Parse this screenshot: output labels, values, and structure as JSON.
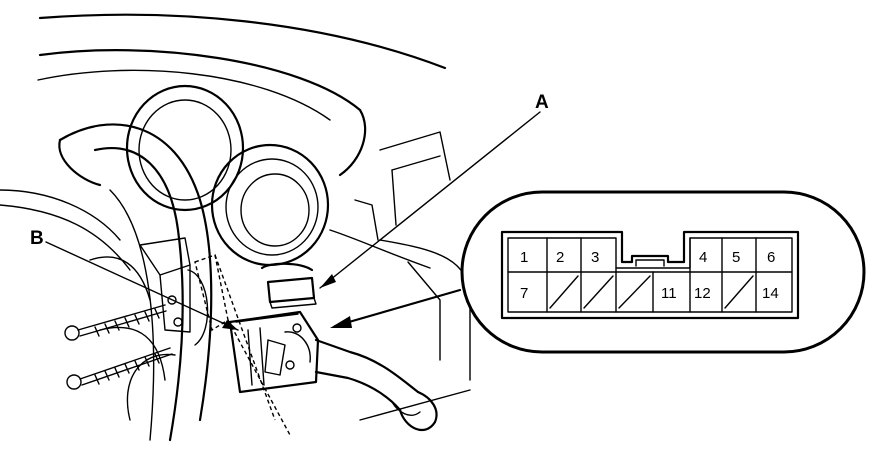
{
  "callouts": {
    "a": "A",
    "b": "B"
  },
  "connector": {
    "top_row": [
      "1",
      "2",
      "3",
      "4",
      "5",
      "6"
    ],
    "bottom_row": [
      "7",
      "",
      "",
      "",
      "11",
      "12",
      "",
      "14"
    ]
  }
}
